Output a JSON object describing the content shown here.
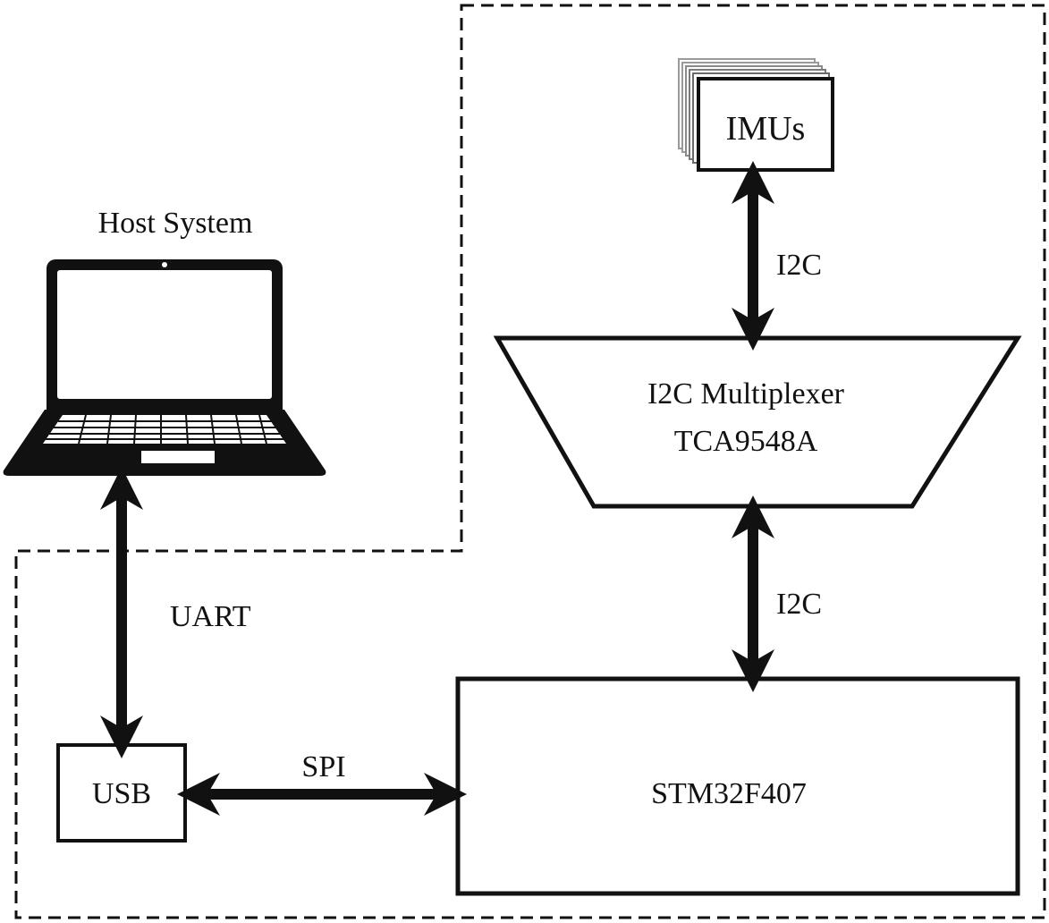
{
  "host_system": {
    "title": "Host System",
    "icon": "laptop-icon"
  },
  "blocks": {
    "imus": "IMUs",
    "multiplexer_line1": "I2C Multiplexer",
    "multiplexer_line2": "TCA9548A",
    "mcu": "STM32F407",
    "usb": "USB"
  },
  "links": {
    "imu_mux": "I2C",
    "mux_mcu": "I2C",
    "host_usb": "UART",
    "usb_mcu": "SPI"
  },
  "colors": {
    "stroke": "#111111",
    "background": "#ffffff"
  }
}
